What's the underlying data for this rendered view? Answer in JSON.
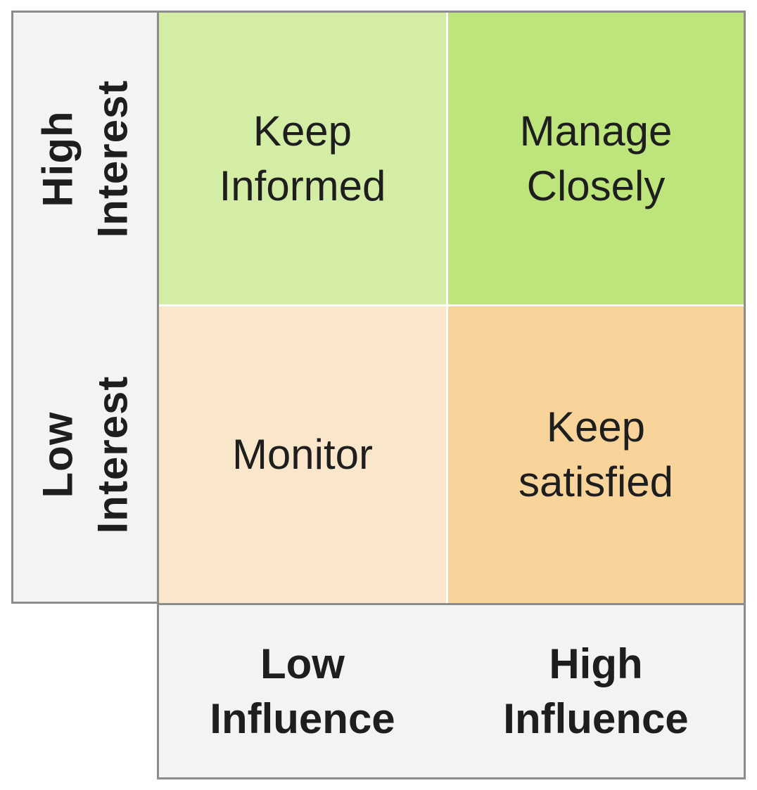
{
  "colors": {
    "keep_informed": "#d2edа3",
    "manage_closely": "#bee57c",
    "monitor": "#f9e6ca",
    "keep_satisfied": "#f8d59b",
    "label_panel": "#f2f3f2",
    "border": "#8c8c8c"
  },
  "quadrants": {
    "top_left": "Keep\nInformed",
    "top_right": "Manage\nClosely",
    "bottom_left": "Monitor",
    "bottom_right": "Keep\nsatisfied"
  },
  "row_labels": {
    "top": "High\nInterest",
    "bottom": "Low\nInterest"
  },
  "column_labels": {
    "left": "Low\nInfluence",
    "right": "High\nInfluence"
  }
}
